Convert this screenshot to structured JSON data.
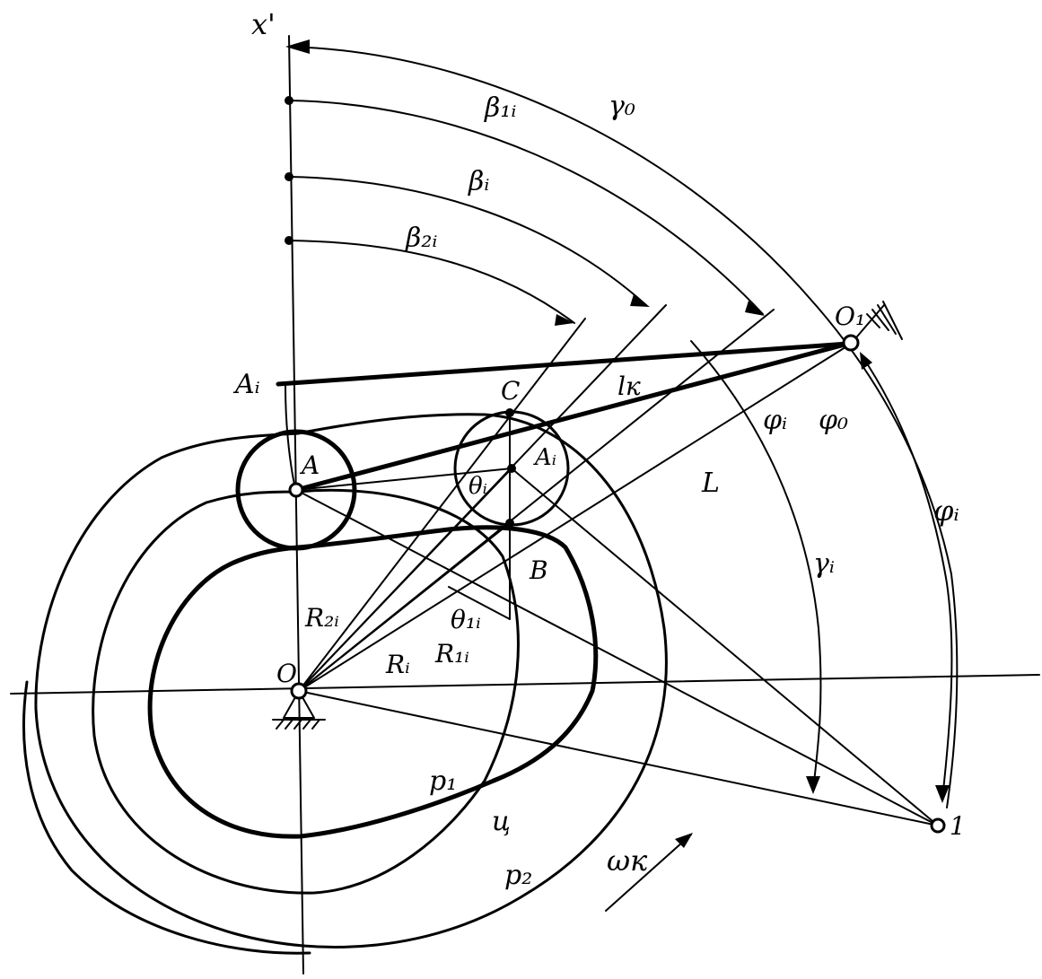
{
  "labels": {
    "x_axis": "x'",
    "beta1i": "β₁ᵢ",
    "gamma0": "γ₀",
    "betai": "βᵢ",
    "beta2i": "β₂ᵢ",
    "O1": "O₁",
    "Ai_top": "Aᵢ",
    "C": "C",
    "lk": "lк",
    "phii_small": "φᵢ",
    "phi0": "φ₀",
    "L": "L",
    "A": "A",
    "Ai_mid": "Aᵢ",
    "thetai": "θᵢ",
    "B": "B",
    "gammai": "γᵢ",
    "phii_big": "φᵢ",
    "theta1i": "θ₁ᵢ",
    "R2i": "R₂ᵢ",
    "R1i": "R₁ᵢ",
    "Ri": "Rᵢ",
    "O": "O",
    "p1": "p₁",
    "c": "ц",
    "p2": "p₂",
    "omegak": "ωк",
    "one": "1"
  }
}
